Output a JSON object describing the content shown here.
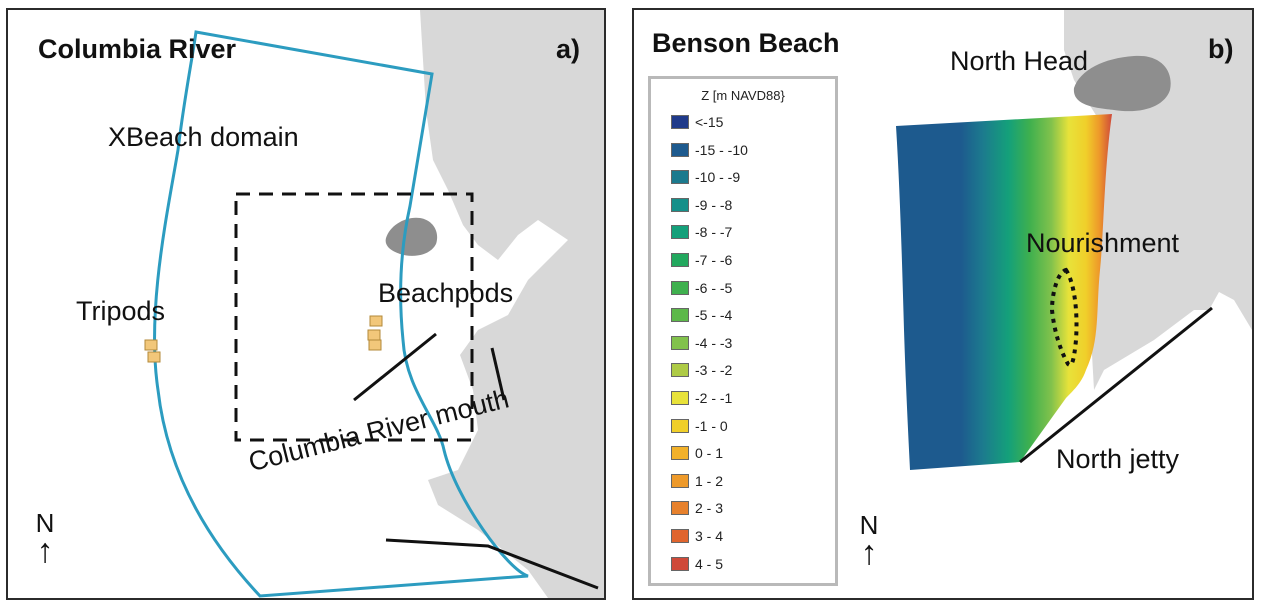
{
  "panel_a": {
    "title": "Columbia River",
    "letter": "a)",
    "labels": {
      "domain": "XBeach domain",
      "tripods": "Tripods",
      "beachpods": "Beachpods",
      "mouth": "Columbia River mouth"
    },
    "north": "N",
    "north_arrow": "↑",
    "colors": {
      "land": "#d8d8d8",
      "headland": "#8e8e8e",
      "domain_outline": "#2c9cc0",
      "instrument": "#f2c77a"
    }
  },
  "panel_b": {
    "title": "Benson Beach",
    "letter": "b)",
    "labels": {
      "north_head": "North Head",
      "nourishment": "Nourishment",
      "north_jetty": "North jetty"
    },
    "north": "N",
    "north_arrow": "↑",
    "legend": {
      "title": "Z [m NAVD88}",
      "items": [
        {
          "label": "<-15",
          "color": "#1f3a8a"
        },
        {
          "label": "-15 - -10",
          "color": "#1d5a8e"
        },
        {
          "label": "-10 - -9",
          "color": "#1c7a8e"
        },
        {
          "label": "-9 - -8",
          "color": "#15908a"
        },
        {
          "label": "-8 - -7",
          "color": "#14a07a"
        },
        {
          "label": "-7 - -6",
          "color": "#22a85e"
        },
        {
          "label": "-6 - -5",
          "color": "#3fb04e"
        },
        {
          "label": "-5 - -4",
          "color": "#5cb84a"
        },
        {
          "label": "-4 - -3",
          "color": "#82c24c"
        },
        {
          "label": "-3 - -2",
          "color": "#aecb46"
        },
        {
          "label": "-2 - -1",
          "color": "#e8e23a"
        },
        {
          "label": "-1 - 0",
          "color": "#f0cf2a"
        },
        {
          "label": "0 - 1",
          "color": "#f2b12a"
        },
        {
          "label": "1 - 2",
          "color": "#ee9a2a"
        },
        {
          "label": "2 - 3",
          "color": "#e7812c"
        },
        {
          "label": "3 - 4",
          "color": "#e0652e"
        },
        {
          "label": "4 - 5",
          "color": "#cf4a3a"
        }
      ]
    }
  }
}
